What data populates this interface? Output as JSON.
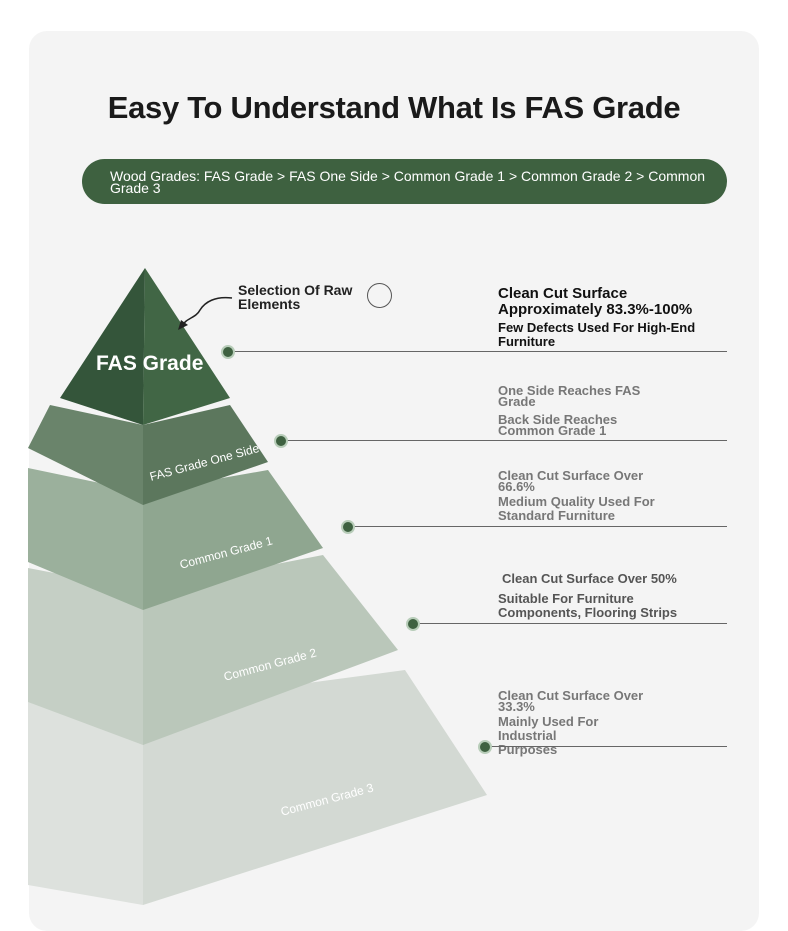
{
  "title": "Easy To Understand What Is FAS Grade",
  "breadcrumb": "Wood Grades: FAS Grade > FAS One Side > Common Grade 1 > Common Grade 2 > Common Grade 3",
  "callout": "Selection Of Raw Elements",
  "tiers": [
    {
      "label": "FAS Grade",
      "color": "#3e6140",
      "line1": "Clean Cut Surface Approximately 83.3%-100%",
      "line2": "Few Defects Used For High-End Furniture"
    },
    {
      "label": "FAS Grade One Side",
      "color": "#5f7a60",
      "line1": "One Side Reaches FAS Grade",
      "line2": "Back Side Reaches Common Grade 1"
    },
    {
      "label": "Common Grade 1",
      "color": "#91a792",
      "line1": "Clean Cut Surface Over 66.6%",
      "line2": "Medium Quality Used For Standard Furniture"
    },
    {
      "label": "Common Grade 2",
      "color": "#bfcbbf",
      "line1": "Clean Cut Surface Over 50%",
      "line2": "Suitable For Furniture Components, Flooring Strips"
    },
    {
      "label": "Common Grade 3",
      "color": "#d6dbd6",
      "line1": "Clean Cut Surface Over 33.3%",
      "line2": "Mainly Used For Industrial Purposes"
    }
  ]
}
